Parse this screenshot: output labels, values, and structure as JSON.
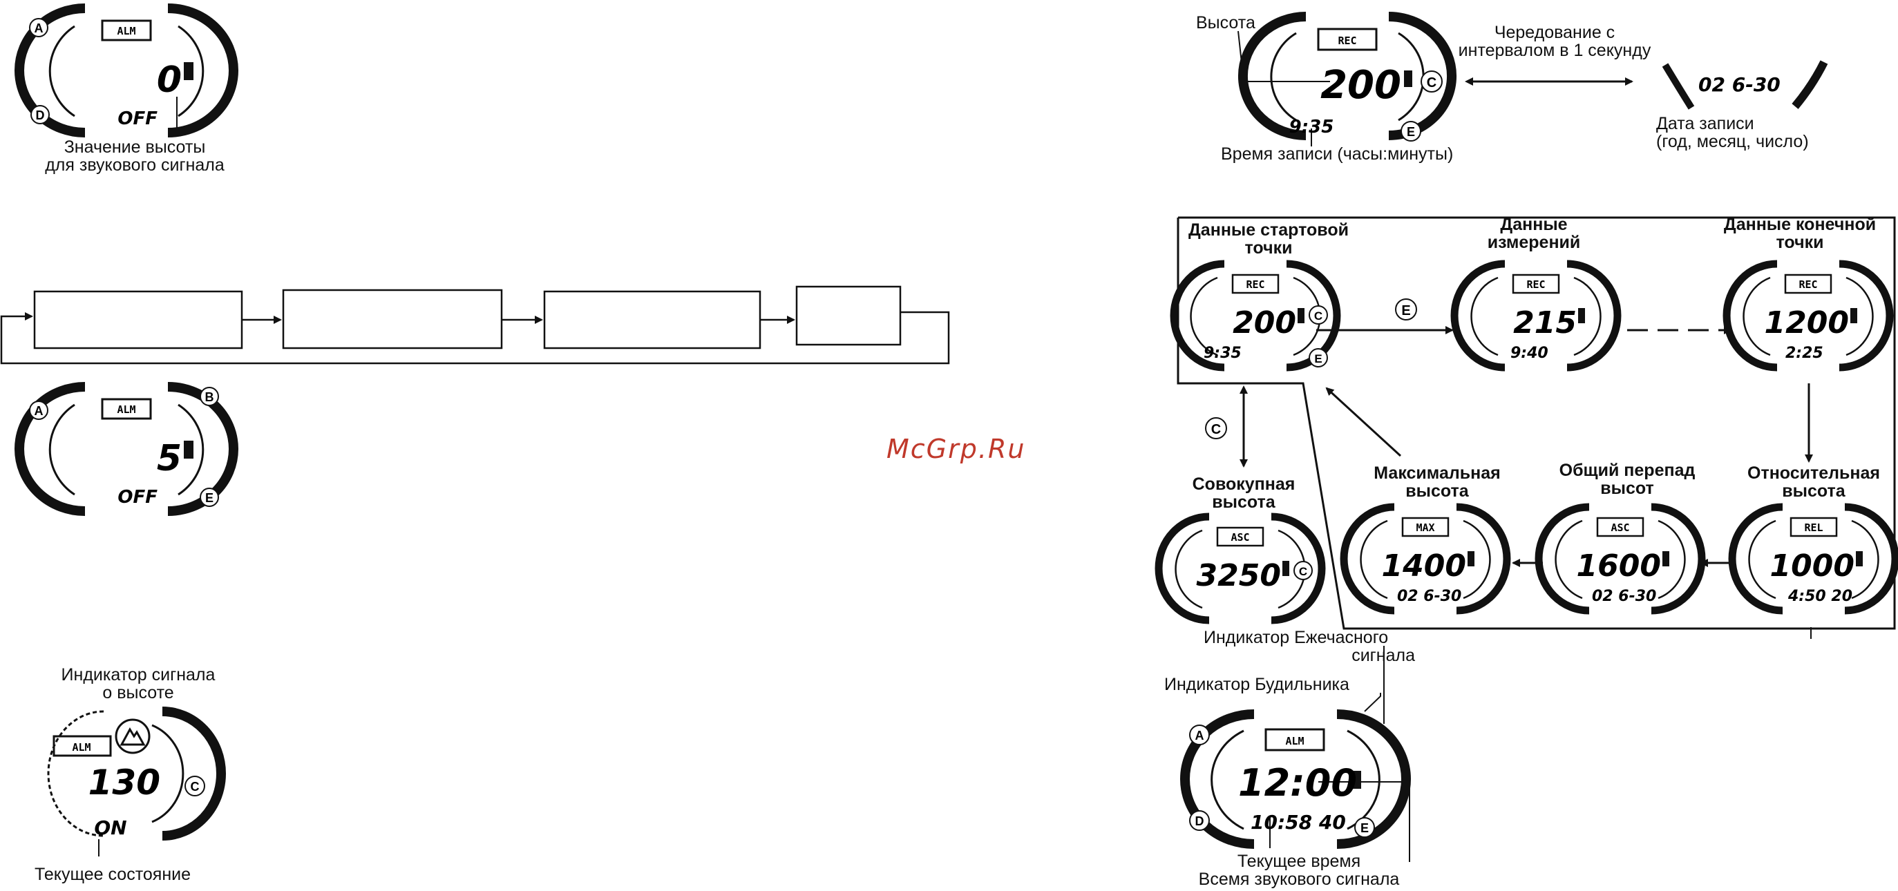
{
  "watermark": "McGrp.Ru",
  "left": {
    "watch1": {
      "mode": "ALM",
      "value": "0",
      "bottom": "OFF",
      "btn_a": "A",
      "btn_d": "D"
    },
    "watch1_caption": [
      "Значение высоты",
      "для звукового сигнала"
    ],
    "watch2": {
      "mode": "ALM",
      "value": "5",
      "bottom": "OFF",
      "btn_a": "A",
      "btn_b": "B",
      "btn_e": "E"
    },
    "indicator_caption": [
      "Индикатор сигнала",
      "о высоте"
    ],
    "watch3": {
      "mode": "ALM",
      "value": "130",
      "bottom": "ON",
      "btn_c": "C"
    },
    "state_caption": "Текущее состояние"
  },
  "right": {
    "top": {
      "altitude_label": "Высота",
      "alternate_label": [
        "Чередование с",
        "интервалом в 1 секунду"
      ],
      "watch": {
        "mode": "REC",
        "value": "200",
        "time": "9:35",
        "btn_c": "C",
        "btn_e": "E"
      },
      "record_time_label": "Время записи (часы:минуты)",
      "date_display": "02  6-30",
      "record_date_label": [
        "Дата записи",
        "(год, месяц, число)"
      ]
    },
    "cycle": {
      "start": {
        "label": [
          "Данные стартовой",
          "точки"
        ],
        "mode": "REC",
        "value": "200",
        "time": "9:35",
        "btn_c": "C",
        "btn_e": "E"
      },
      "measure": {
        "label": [
          "Данные",
          "измерений"
        ],
        "mode": "REC",
        "value": "215",
        "time": "9:40"
      },
      "end": {
        "label": [
          "Данные конечной",
          "точки"
        ],
        "mode": "REC",
        "value": "1200",
        "time": "2:25"
      },
      "arrow_e": "E",
      "relative": {
        "label": [
          "Относительная",
          "высота"
        ],
        "mode": "REL",
        "value": "1000",
        "time": "4:50 20"
      },
      "total": {
        "label": [
          "Общий перепад",
          "высот"
        ],
        "mode": "ASC",
        "value": "1600",
        "time": "02  6-30"
      },
      "max": {
        "label": [
          "Максимальная",
          "высота"
        ],
        "mode": "MAX",
        "value": "1400",
        "time": "02  6-30"
      },
      "arrow_c": "C",
      "cumulative": {
        "label": [
          "Совокупная",
          "высота"
        ],
        "mode": "ASC",
        "value": "3250",
        "btn_c": "C"
      }
    },
    "bottom": {
      "hourly_label": [
        "Индикатор Ежечасного",
        "сигнала"
      ],
      "alarm_label": "Индикатор  Будильника",
      "watch": {
        "mode": "ALM",
        "value": "12:00",
        "time": "10:58 40",
        "btn_a": "A",
        "btn_d": "D",
        "btn_e": "E"
      },
      "current_time_label": "Текущее время",
      "alarm_time_label": "Всемя звукового сигнала"
    }
  }
}
